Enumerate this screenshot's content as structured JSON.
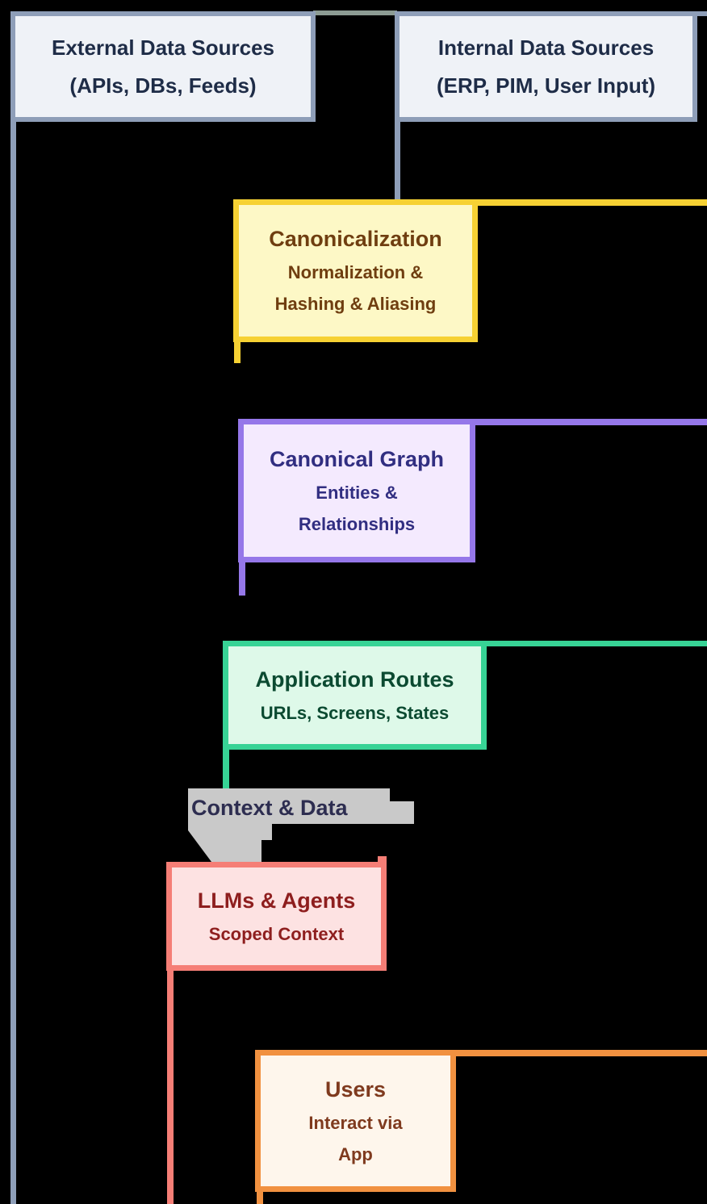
{
  "palette": {
    "canvas-bg": "#000000",
    "slate-border": "#8e9eb8",
    "slate-fill": "#eff2f7",
    "slate-text": "#1e2c47",
    "gap-line": "#8c9b93",
    "yellow-border": "#f6d133",
    "yellow-fill": "#fdf8c6",
    "yellow-text": "#6f3e10",
    "purple-border": "#9577e9",
    "purple-fill": "#f4eafe",
    "purple-text": "#312e81",
    "green-border": "#37d395",
    "green-fill": "#def9e9",
    "green-text": "#0b4a31",
    "red-border": "#f57e76",
    "red-fill": "#fde2e2",
    "red-text": "#8e1e1e",
    "orange-border": "#f19140",
    "orange-fill": "#fef6ec",
    "orange-text": "#7f3a1e",
    "arrow-gray": "#c9c9c9",
    "edge-label-text": "#2d2d50"
  },
  "diagram": {
    "nodes": {
      "external": {
        "title": "External Data Sources",
        "lines": [
          "(APIs, DBs, Feeds)"
        ]
      },
      "internal": {
        "title": "Internal Data Sources",
        "lines": [
          "(ERP, PIM, User Input)"
        ]
      },
      "canonicalization": {
        "title": "Canonicalization",
        "lines": [
          "Normalization &",
          "Hashing & Aliasing"
        ]
      },
      "canonical_graph": {
        "title": "Canonical Graph",
        "lines": [
          "Entities &",
          "Relationships"
        ]
      },
      "application_routes": {
        "title": "Application Routes",
        "lines": [
          "URLs, Screens, States"
        ]
      },
      "llms_agents": {
        "title": "LLMs & Agents",
        "lines": [
          "Scoped Context"
        ]
      },
      "users": {
        "title": "Users",
        "lines": [
          "Interact via",
          "App"
        ]
      }
    },
    "edge_label": "Context & Data"
  }
}
